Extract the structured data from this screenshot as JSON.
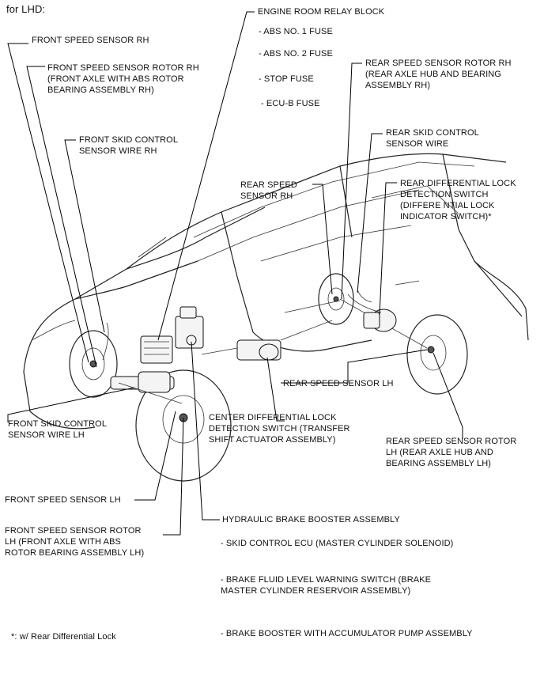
{
  "heading": "for LHD:",
  "footnote": "*: w/ Rear Differential Lock",
  "labels": {
    "engine_room_relay_block": "ENGINE ROOM RELAY BLOCK",
    "abs_no1_fuse": "- ABS NO. 1 FUSE",
    "abs_no2_fuse": "- ABS NO. 2 FUSE",
    "stop_fuse": "- STOP FUSE",
    "ecub_fuse": "- ECU-B FUSE",
    "front_speed_sensor_rh": "FRONT SPEED SENSOR RH",
    "front_speed_sensor_rotor_rh": "FRONT SPEED SENSOR ROTOR RH\n(FRONT AXLE WITH ABS ROTOR\nBEARING ASSEMBLY RH)",
    "front_skid_control_sensor_wire_rh": "FRONT SKID CONTROL\nSENSOR WIRE RH",
    "rear_speed_sensor_rotor_rh": "REAR SPEED SENSOR ROTOR RH\n(REAR AXLE HUB AND BEARING\nASSEMBLY RH)",
    "rear_skid_control_sensor_wire": "REAR SKID CONTROL\nSENSOR WIRE",
    "rear_speed_sensor_rh": "REAR SPEED\nSENSOR RH",
    "rear_differential_lock_detection_switch": "REAR DIFFERENTIAL LOCK\nDETECTION SWITCH\n(DIFFERE NTIAL LOCK\nINDICATOR SWITCH)*",
    "rear_speed_sensor_lh": "REAR SPEED SENSOR LH",
    "front_skid_control_sensor_wire_lh": "FRONT SKID CONTROL\nSENSOR WIRE LH",
    "center_differential_lock_detection_switch": "CENTER DIFFERENTIAL LOCK\nDETECTION SWITCH (TRANSFER\nSHIFT ACTUATOR ASSEMBLY)",
    "rear_speed_sensor_rotor_lh": "REAR SPEED SENSOR ROTOR\nLH (REAR AXLE HUB AND\nBEARING ASSEMBLY LH)",
    "front_speed_sensor_lh": "FRONT SPEED SENSOR LH",
    "front_speed_sensor_rotor_lh": "FRONT SPEED SENSOR ROTOR\nLH (FRONT AXLE WITH ABS\nROTOR BEARING ASSEMBLY LH)",
    "hydraulic_brake_booster_assembly": "HYDRAULIC BRAKE BOOSTER ASSEMBLY",
    "skid_control_ecu": "- SKID CONTROL ECU (MASTER CYLINDER SOLENOID)",
    "brake_fluid_level_warning_switch": "- BRAKE FLUID LEVEL WARNING SWITCH (BRAKE\nMASTER CYLINDER RESERVOIR ASSEMBLY)",
    "brake_booster_with_accumulator": "- BRAKE BOOSTER WITH ACCUMULATOR PUMP ASSEMBLY"
  }
}
